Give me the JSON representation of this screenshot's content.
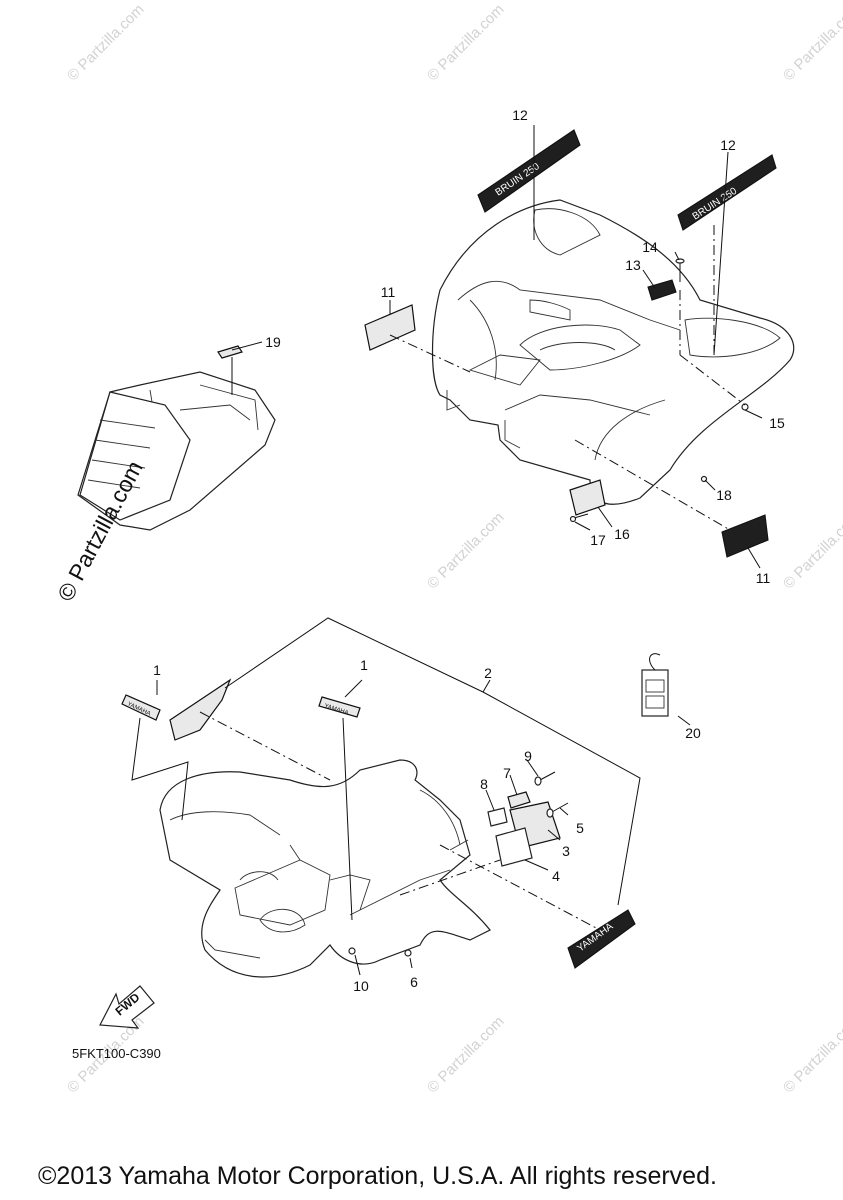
{
  "callouts": [
    {
      "label": "1"
    },
    {
      "label": "1"
    },
    {
      "label": "2"
    },
    {
      "label": "3"
    },
    {
      "label": "4"
    },
    {
      "label": "5"
    },
    {
      "label": "6"
    },
    {
      "label": "7"
    },
    {
      "label": "8"
    },
    {
      "label": "9"
    },
    {
      "label": "10"
    },
    {
      "label": "11"
    },
    {
      "label": "11"
    },
    {
      "label": "12"
    },
    {
      "label": "12"
    },
    {
      "label": "13"
    },
    {
      "label": "14"
    },
    {
      "label": "15"
    },
    {
      "label": "16"
    },
    {
      "label": "17"
    },
    {
      "label": "18"
    },
    {
      "label": "19"
    },
    {
      "label": "20"
    }
  ],
  "decal_text": {
    "yamaha": "YAMAHA",
    "model": "BRUIN 250",
    "fwd": "FWD"
  },
  "diagram_code": "5FKT100-C390",
  "watermark": "© Partzilla.com",
  "copyright": "©2013 Yamaha Motor Corporation, U.S.A. All rights reserved."
}
